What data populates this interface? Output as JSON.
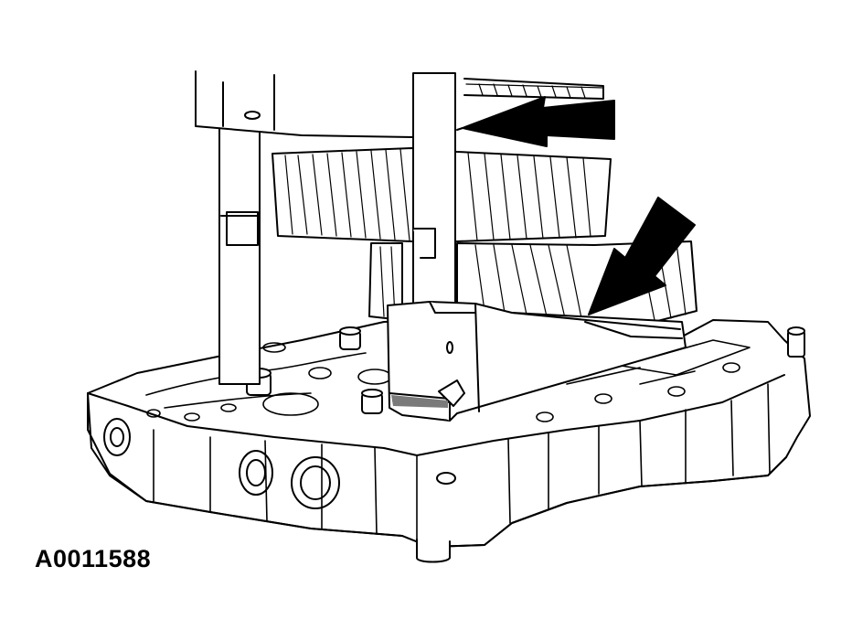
{
  "figure": {
    "reference_code": "A0011588",
    "line_color": "#000000",
    "fill_color": "#ffffff",
    "shading_color": "#7a7a7a"
  },
  "callouts": [
    {
      "name": "arrow-upper",
      "icon": "arrow-left-icon"
    },
    {
      "name": "arrow-lower",
      "icon": "arrow-down-left-icon"
    }
  ]
}
